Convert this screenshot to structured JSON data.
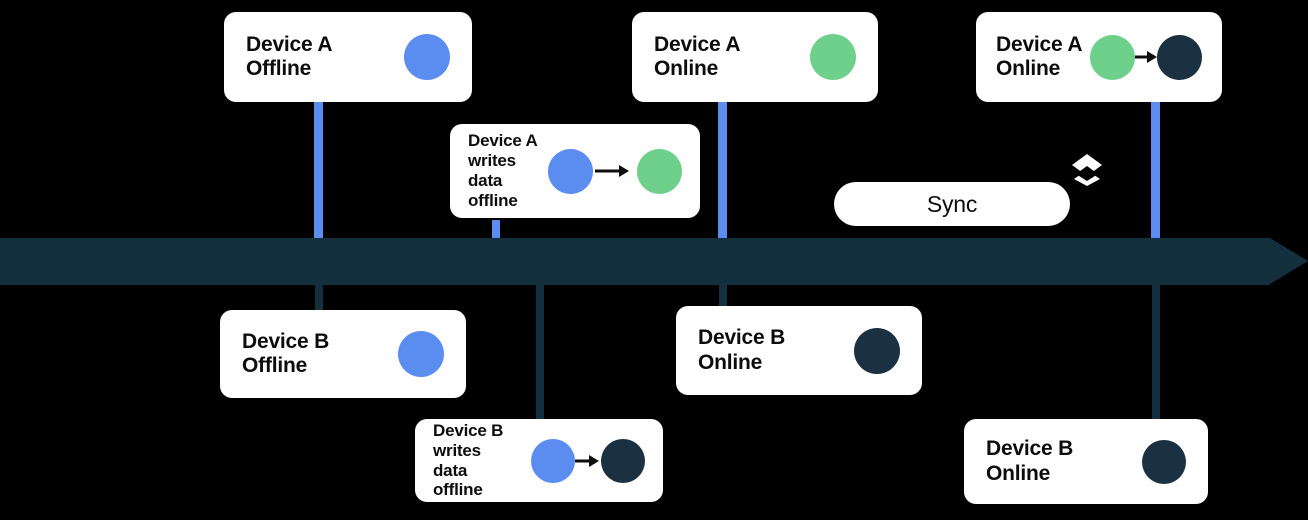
{
  "palette": {
    "background": "#000000",
    "card_bg": "#ffffff",
    "timeline": "#14303f",
    "blue": "#5b8df0",
    "green": "#6fd08c",
    "navy": "#1b3040",
    "text": "#0d0d0d"
  },
  "timeline": {
    "name": "timeline-axis",
    "direction": "left-to-right",
    "arrow_head": "right"
  },
  "sync": {
    "label": "Sync",
    "icon": "layers-icon"
  },
  "cards": [
    {
      "id": "device-a-offline",
      "text": "Device A\nOffline",
      "lane": "top",
      "dots": [
        "blue"
      ],
      "arrow": false
    },
    {
      "id": "device-a-writes-data-offline",
      "text": "Device A\nwrites\ndata\noffline",
      "lane": "top",
      "dots": [
        "blue",
        "green"
      ],
      "arrow": true
    },
    {
      "id": "device-a-online",
      "text": "Device A\nOnline",
      "lane": "top",
      "dots": [
        "green"
      ],
      "arrow": false
    },
    {
      "id": "device-a-online-sync",
      "text": "Device A\nOnline",
      "lane": "top",
      "dots": [
        "green",
        "navy"
      ],
      "arrow": true
    },
    {
      "id": "device-b-offline",
      "text": "Device B\nOffline",
      "lane": "bottom",
      "dots": [
        "blue"
      ],
      "arrow": false
    },
    {
      "id": "device-b-writes-data-offline",
      "text": "Device B\nwrites\ndata\noffline",
      "lane": "bottom",
      "dots": [
        "blue",
        "navy"
      ],
      "arrow": true
    },
    {
      "id": "device-b-online",
      "text": "Device B\nOnline",
      "lane": "bottom",
      "dots": [
        "navy"
      ],
      "arrow": false
    },
    {
      "id": "device-b-online-sync",
      "text": "Device B\nOnline",
      "lane": "bottom",
      "dots": [
        "navy"
      ],
      "arrow": false
    }
  ]
}
